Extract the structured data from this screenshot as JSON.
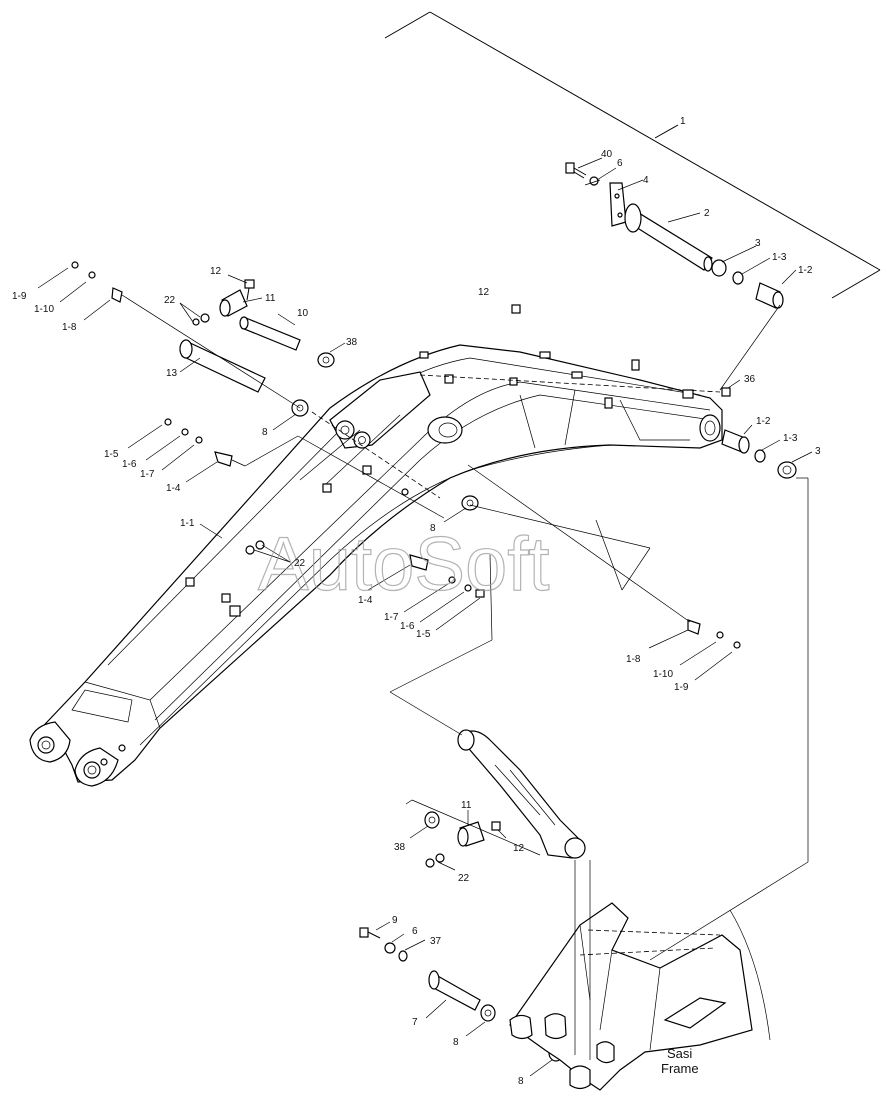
{
  "watermark": "AutoSoft",
  "frame_label_line1": "Sasi",
  "frame_label_line2": "Frame",
  "callouts": {
    "c1": "1",
    "c40": "40",
    "c6a": "6",
    "c4": "4",
    "c2": "2",
    "c3a": "3",
    "c1_3a": "1-3",
    "c1_2a": "1-2",
    "c12a": "12",
    "c11a": "11",
    "c22a": "22",
    "c10": "10",
    "c38a": "38",
    "c13": "13",
    "c8a": "8",
    "c12b": "12",
    "c36": "36",
    "c1_2b": "1-2",
    "c1_3b": "1-3",
    "c3b": "3",
    "c1_9a": "1-9",
    "c1_10a": "1-10",
    "c1_8a": "1-8",
    "c1_5a": "1-5",
    "c1_6a": "1-6",
    "c1_7a": "1-7",
    "c1_4a": "1-4",
    "c1_1": "1-1",
    "c22b": "22",
    "c8b": "8",
    "c1_4b": "1-4",
    "c1_7b": "1-7",
    "c1_6b": "1-6",
    "c1_5b": "1-5",
    "c1_8b": "1-8",
    "c1_10b": "1-10",
    "c1_9b": "1-9",
    "c11b": "11",
    "c38b": "38",
    "c12c": "12",
    "c22c": "22",
    "c9": "9",
    "c6b": "6",
    "c37": "37",
    "c7": "7",
    "c8c": "8",
    "c8d": "8"
  }
}
